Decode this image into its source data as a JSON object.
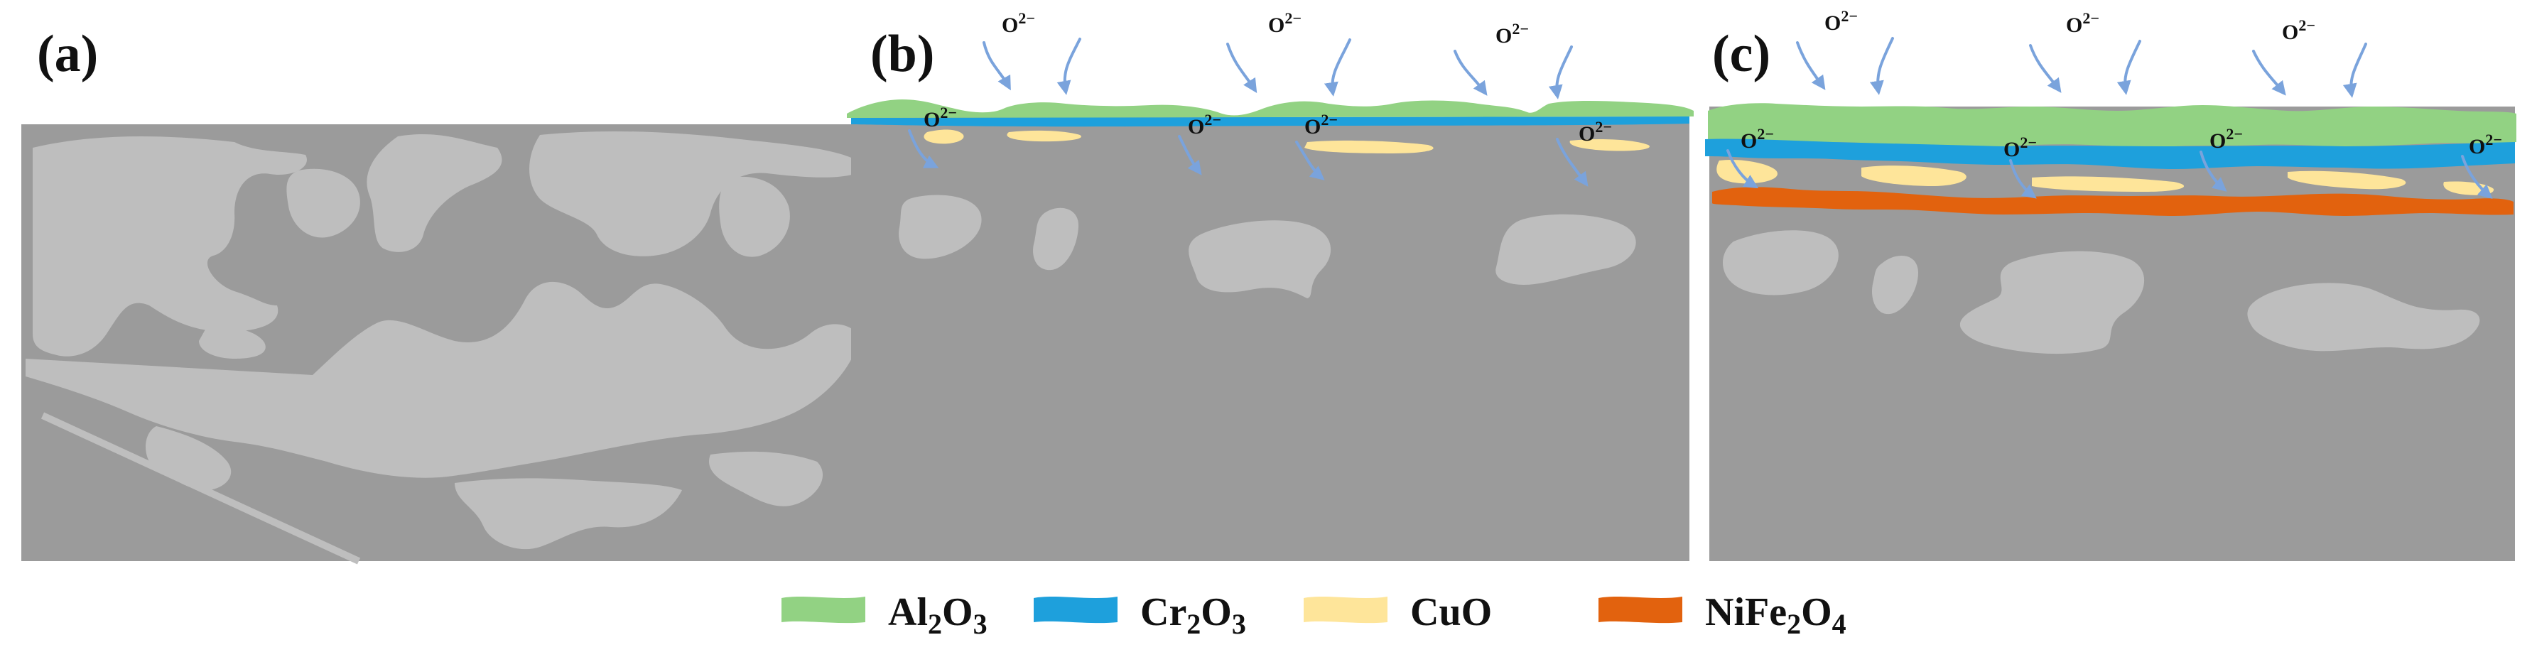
{
  "panels": [
    {
      "id": "a",
      "label": "(a)"
    },
    {
      "id": "b",
      "label": "(b)"
    },
    {
      "id": "c",
      "label": "(c)"
    }
  ],
  "ion": {
    "base": "O",
    "charge": "2−"
  },
  "colors": {
    "substrate": "#9b9b9b",
    "second_phase": "#bebebe",
    "al2o3": "#92d283",
    "cr2o3": "#1ea0dc",
    "cuo": "#fee59a",
    "nife2o4": "#e2620e",
    "arrow": "#7aa3dc"
  },
  "legend": [
    {
      "name": "al2o3",
      "main": "Al",
      "sub1": "2",
      "mid": "O",
      "sub2": "3",
      "color": "#92d283"
    },
    {
      "name": "cr2o3",
      "main": "Cr",
      "sub1": "2",
      "mid": "O",
      "sub2": "3",
      "color": "#1ea0dc"
    },
    {
      "name": "cuo",
      "main": "CuO",
      "sub1": "",
      "mid": "",
      "sub2": "",
      "color": "#fee59a"
    },
    {
      "name": "nife2o4",
      "main": "NiFe",
      "sub1": "2",
      "mid": "O",
      "sub2": "4",
      "color": "#e2620e"
    }
  ]
}
